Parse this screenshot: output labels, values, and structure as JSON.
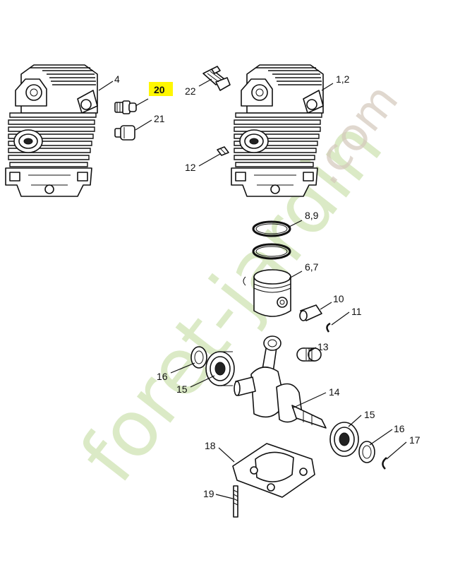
{
  "watermark": {
    "main": "foret-jardin",
    "suffix": ".com",
    "accent_color": "#e29a3a",
    "green_color": "#cfe3b3",
    "brown_color": "#d4c8bb"
  },
  "highlight_color": "#fff700",
  "parts": [
    {
      "id": "p4",
      "label": "4"
    },
    {
      "id": "p20",
      "label": "20",
      "highlighted": true
    },
    {
      "id": "p21",
      "label": "21"
    },
    {
      "id": "p22",
      "label": "22"
    },
    {
      "id": "p12",
      "label": "12"
    },
    {
      "id": "p12b",
      "label": "1,2"
    },
    {
      "id": "p89",
      "label": "8,9"
    },
    {
      "id": "p67",
      "label": "6,7"
    },
    {
      "id": "p10",
      "label": "10"
    },
    {
      "id": "p11",
      "label": "11"
    },
    {
      "id": "p13",
      "label": "13"
    },
    {
      "id": "p16a",
      "label": "16"
    },
    {
      "id": "p15a",
      "label": "15"
    },
    {
      "id": "p14",
      "label": "14"
    },
    {
      "id": "p15b",
      "label": "15"
    },
    {
      "id": "p16b",
      "label": "16"
    },
    {
      "id": "p17",
      "label": "17"
    },
    {
      "id": "p18",
      "label": "18"
    },
    {
      "id": "p19",
      "label": "19"
    }
  ]
}
